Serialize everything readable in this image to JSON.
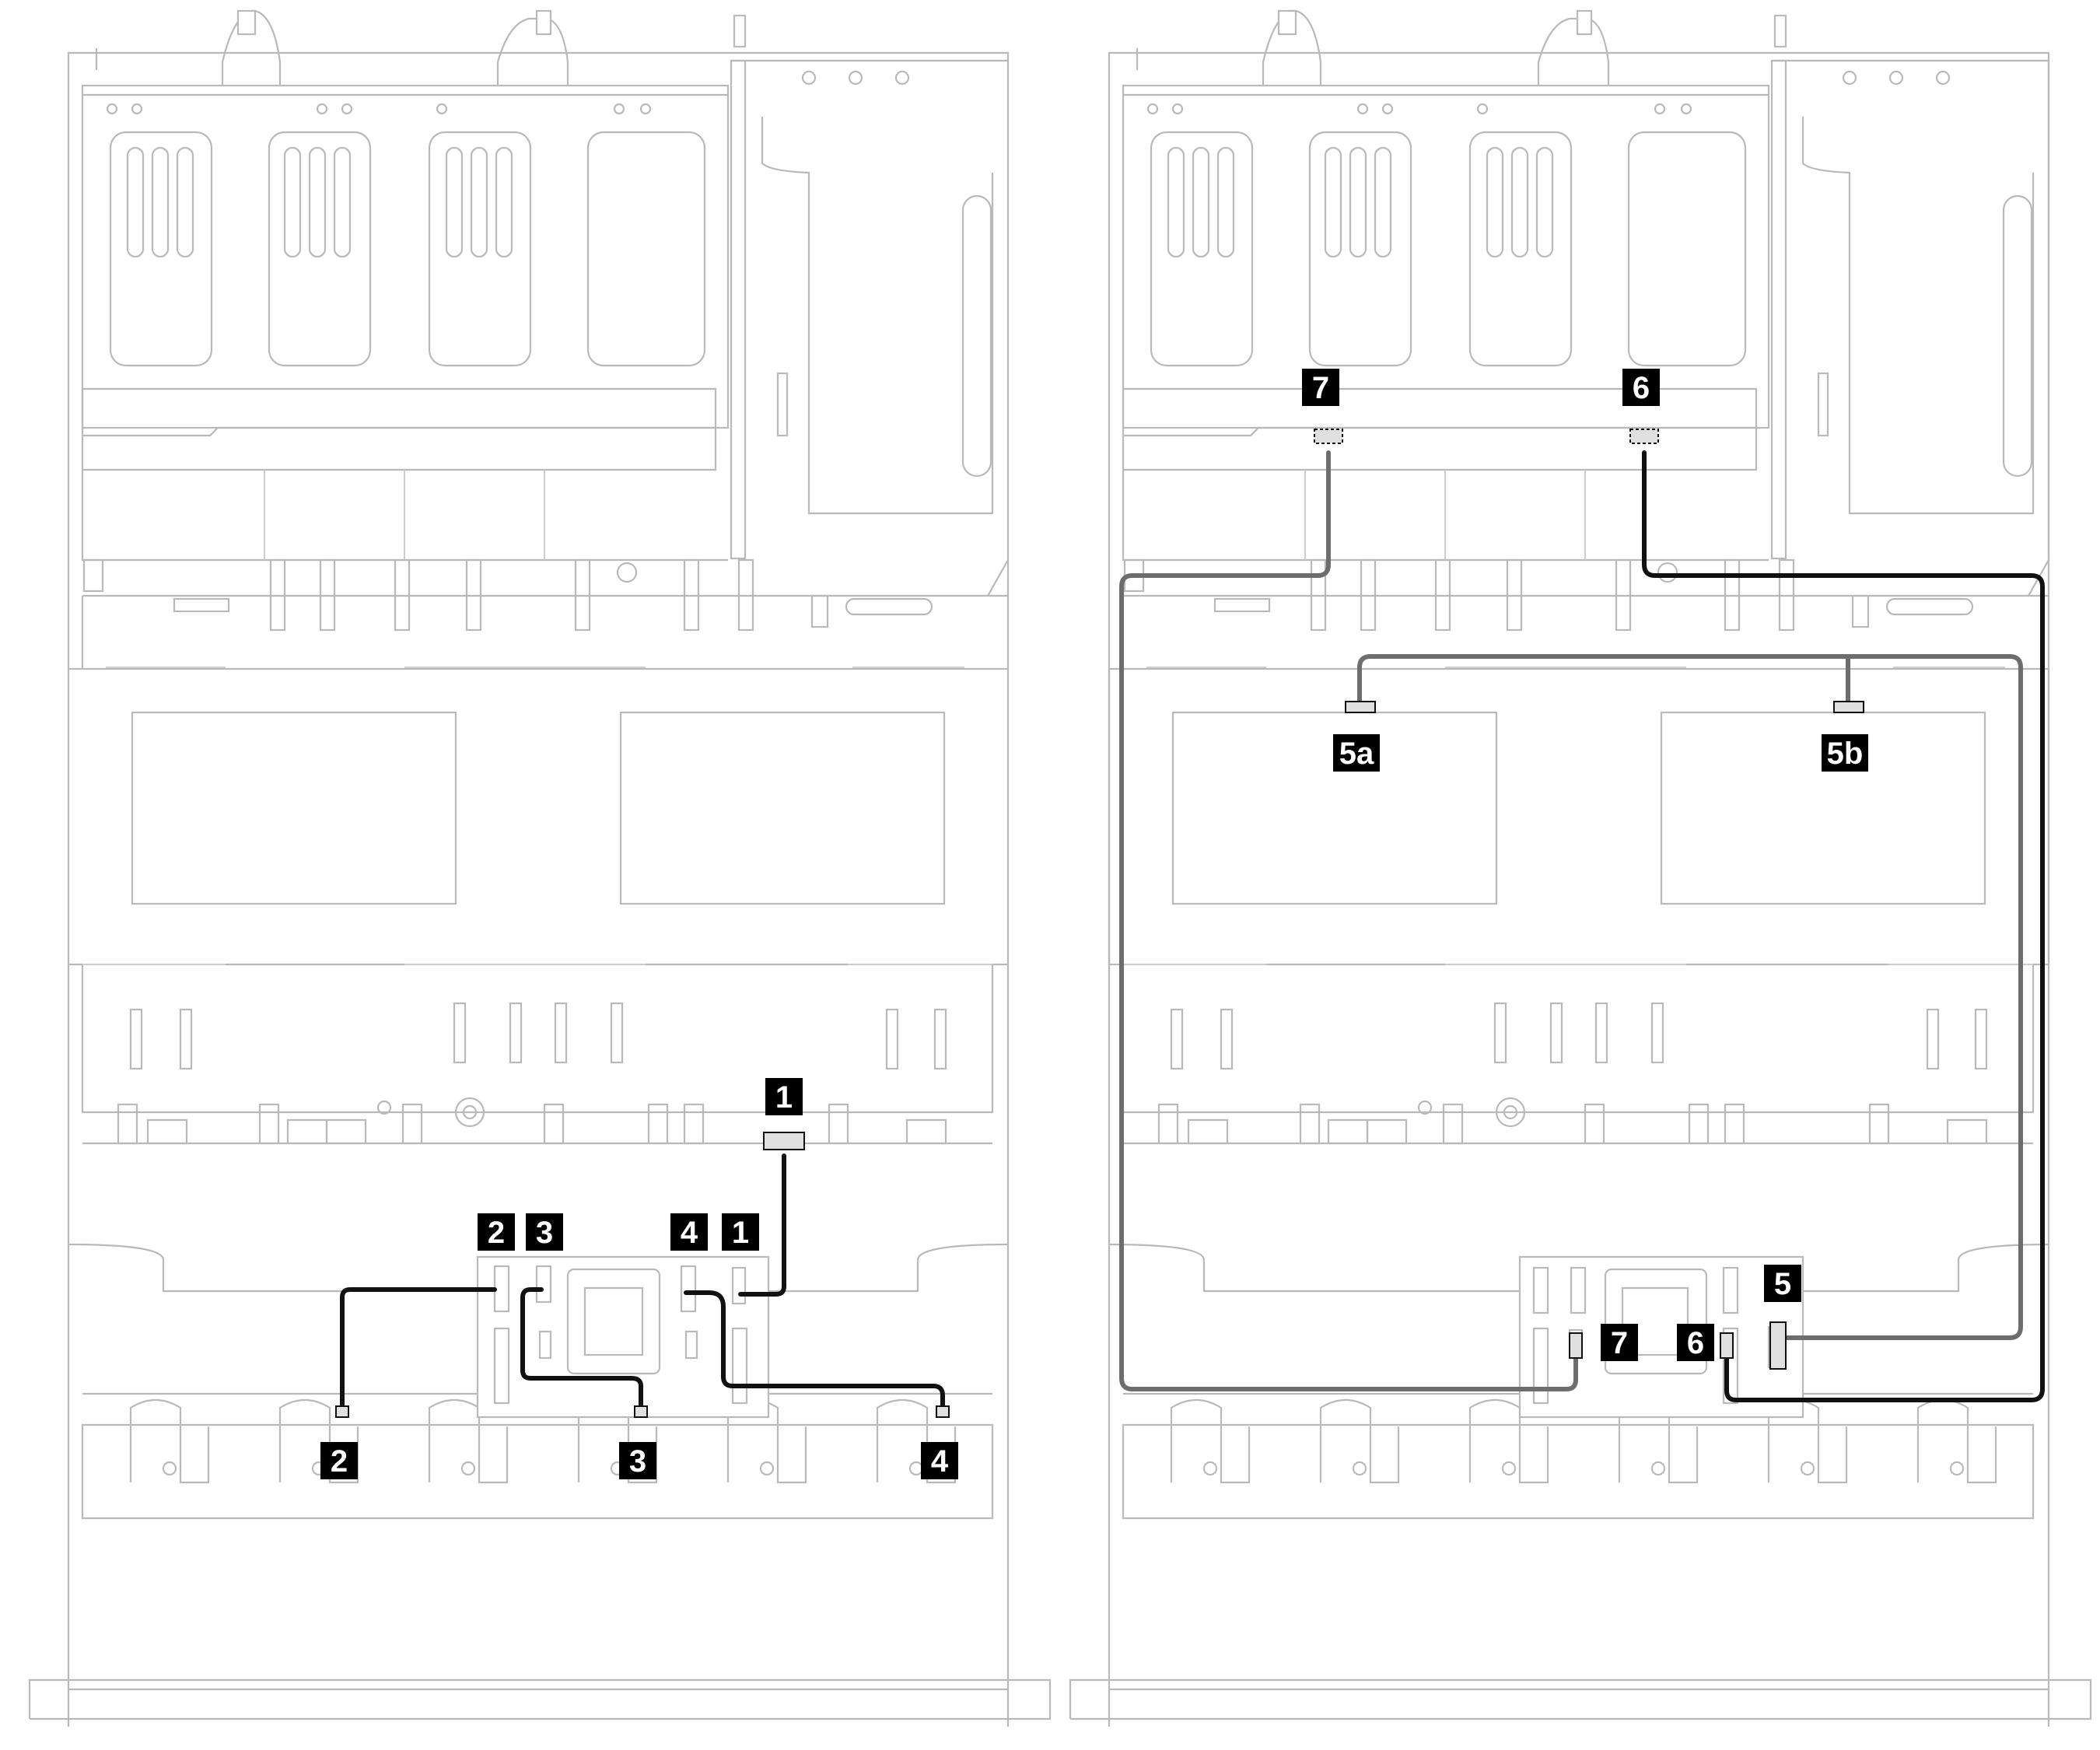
{
  "callouts": {
    "c1_cpu": "1",
    "c1_board": "1",
    "c2_board": "2",
    "c2_bay": "2",
    "c3_board": "3",
    "c3_bay": "3",
    "c4_board": "4",
    "c4_bay": "4",
    "c5_board": "5",
    "c5a": "5a",
    "c5b": "5b",
    "c6_top": "6",
    "c6_board": "6",
    "c7_top": "7",
    "c7_board": "7"
  },
  "colors": {
    "outline": "#b9b9b9",
    "primary_cable": "#111111",
    "secondary_cable": "#6d6d6d",
    "callout_fill": "#000000",
    "callout_text": "#ffffff"
  }
}
